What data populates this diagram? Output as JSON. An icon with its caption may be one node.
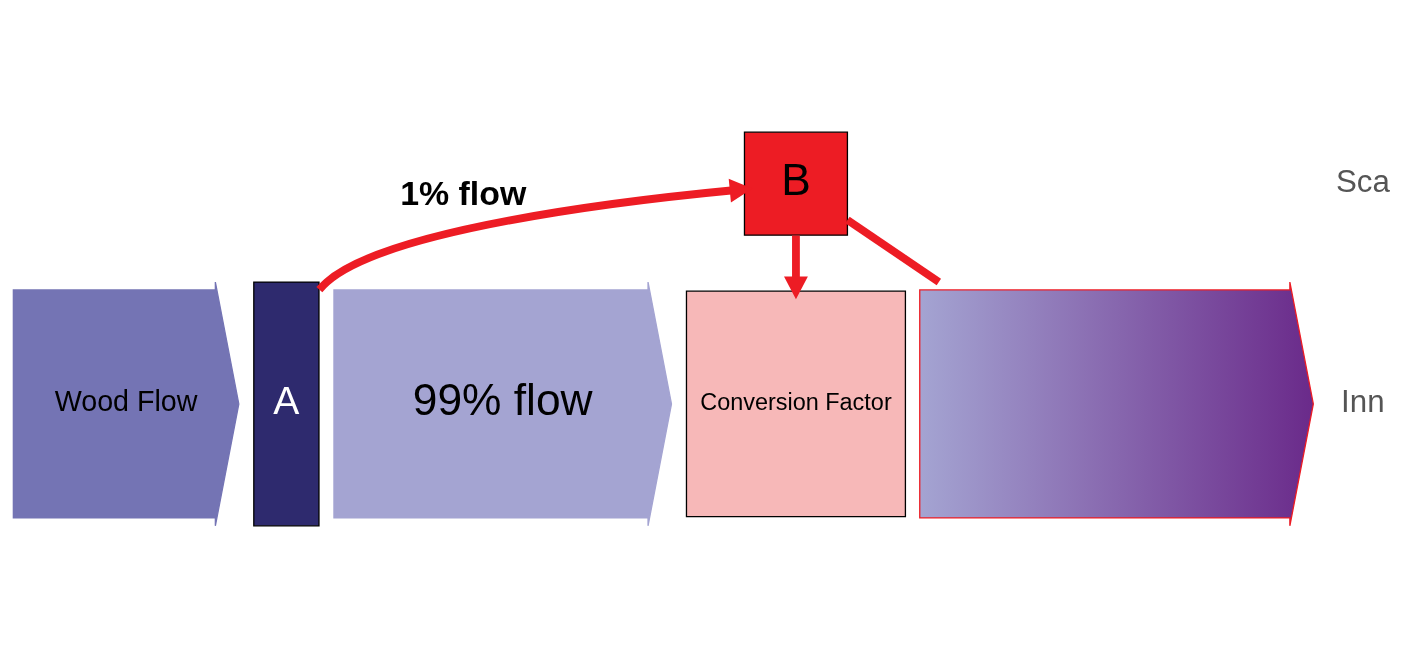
{
  "diagram": {
    "nodes": [
      {
        "text": [
          "Wood Flow"
        ]
      },
      {
        "text": [
          "A"
        ]
      },
      {
        "text": [
          "99% flow"
        ]
      },
      {
        "text": [
          "B"
        ]
      },
      {
        "text": [
          "Conversion Factor"
        ]
      },
      {
        "text": [],
        "shape": "arrow"
      }
    ],
    "edges": [
      {
        "from": 1,
        "to": 3,
        "arrow": "to",
        "label": "1% flow"
      },
      {
        "from": 3,
        "to": 4,
        "arrow": "to"
      },
      {
        "from": 3,
        "to": 5,
        "arrow": "none"
      }
    ],
    "labels": [
      "Sca",
      "Inn"
    ]
  }
}
